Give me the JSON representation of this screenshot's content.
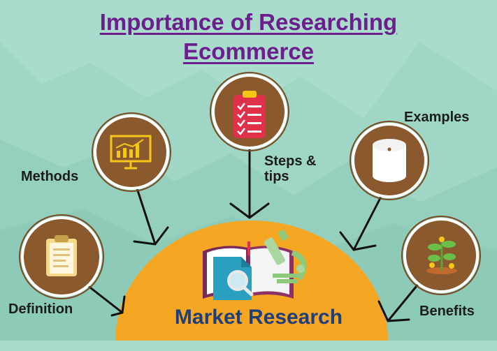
{
  "title": {
    "line1": "Importance of Researching",
    "line2": "Ecommerce"
  },
  "center": {
    "label": "Market Research"
  },
  "nodes": [
    {
      "label": "Definition",
      "icon": "clipboard-notes-icon"
    },
    {
      "label": "Methods",
      "icon": "chart-board-icon"
    },
    {
      "label": "Steps & tips",
      "icon": "checklist-icon"
    },
    {
      "label": "Examples",
      "icon": "paper-roll-icon"
    },
    {
      "label": "Benefits",
      "icon": "money-plant-icon"
    }
  ],
  "colors": {
    "background": "#a9dccd",
    "node_fill": "#8a5a2e",
    "semicircle": "#f5a623",
    "title": "#6b1e8c",
    "center_text": "#1e3f7a"
  }
}
